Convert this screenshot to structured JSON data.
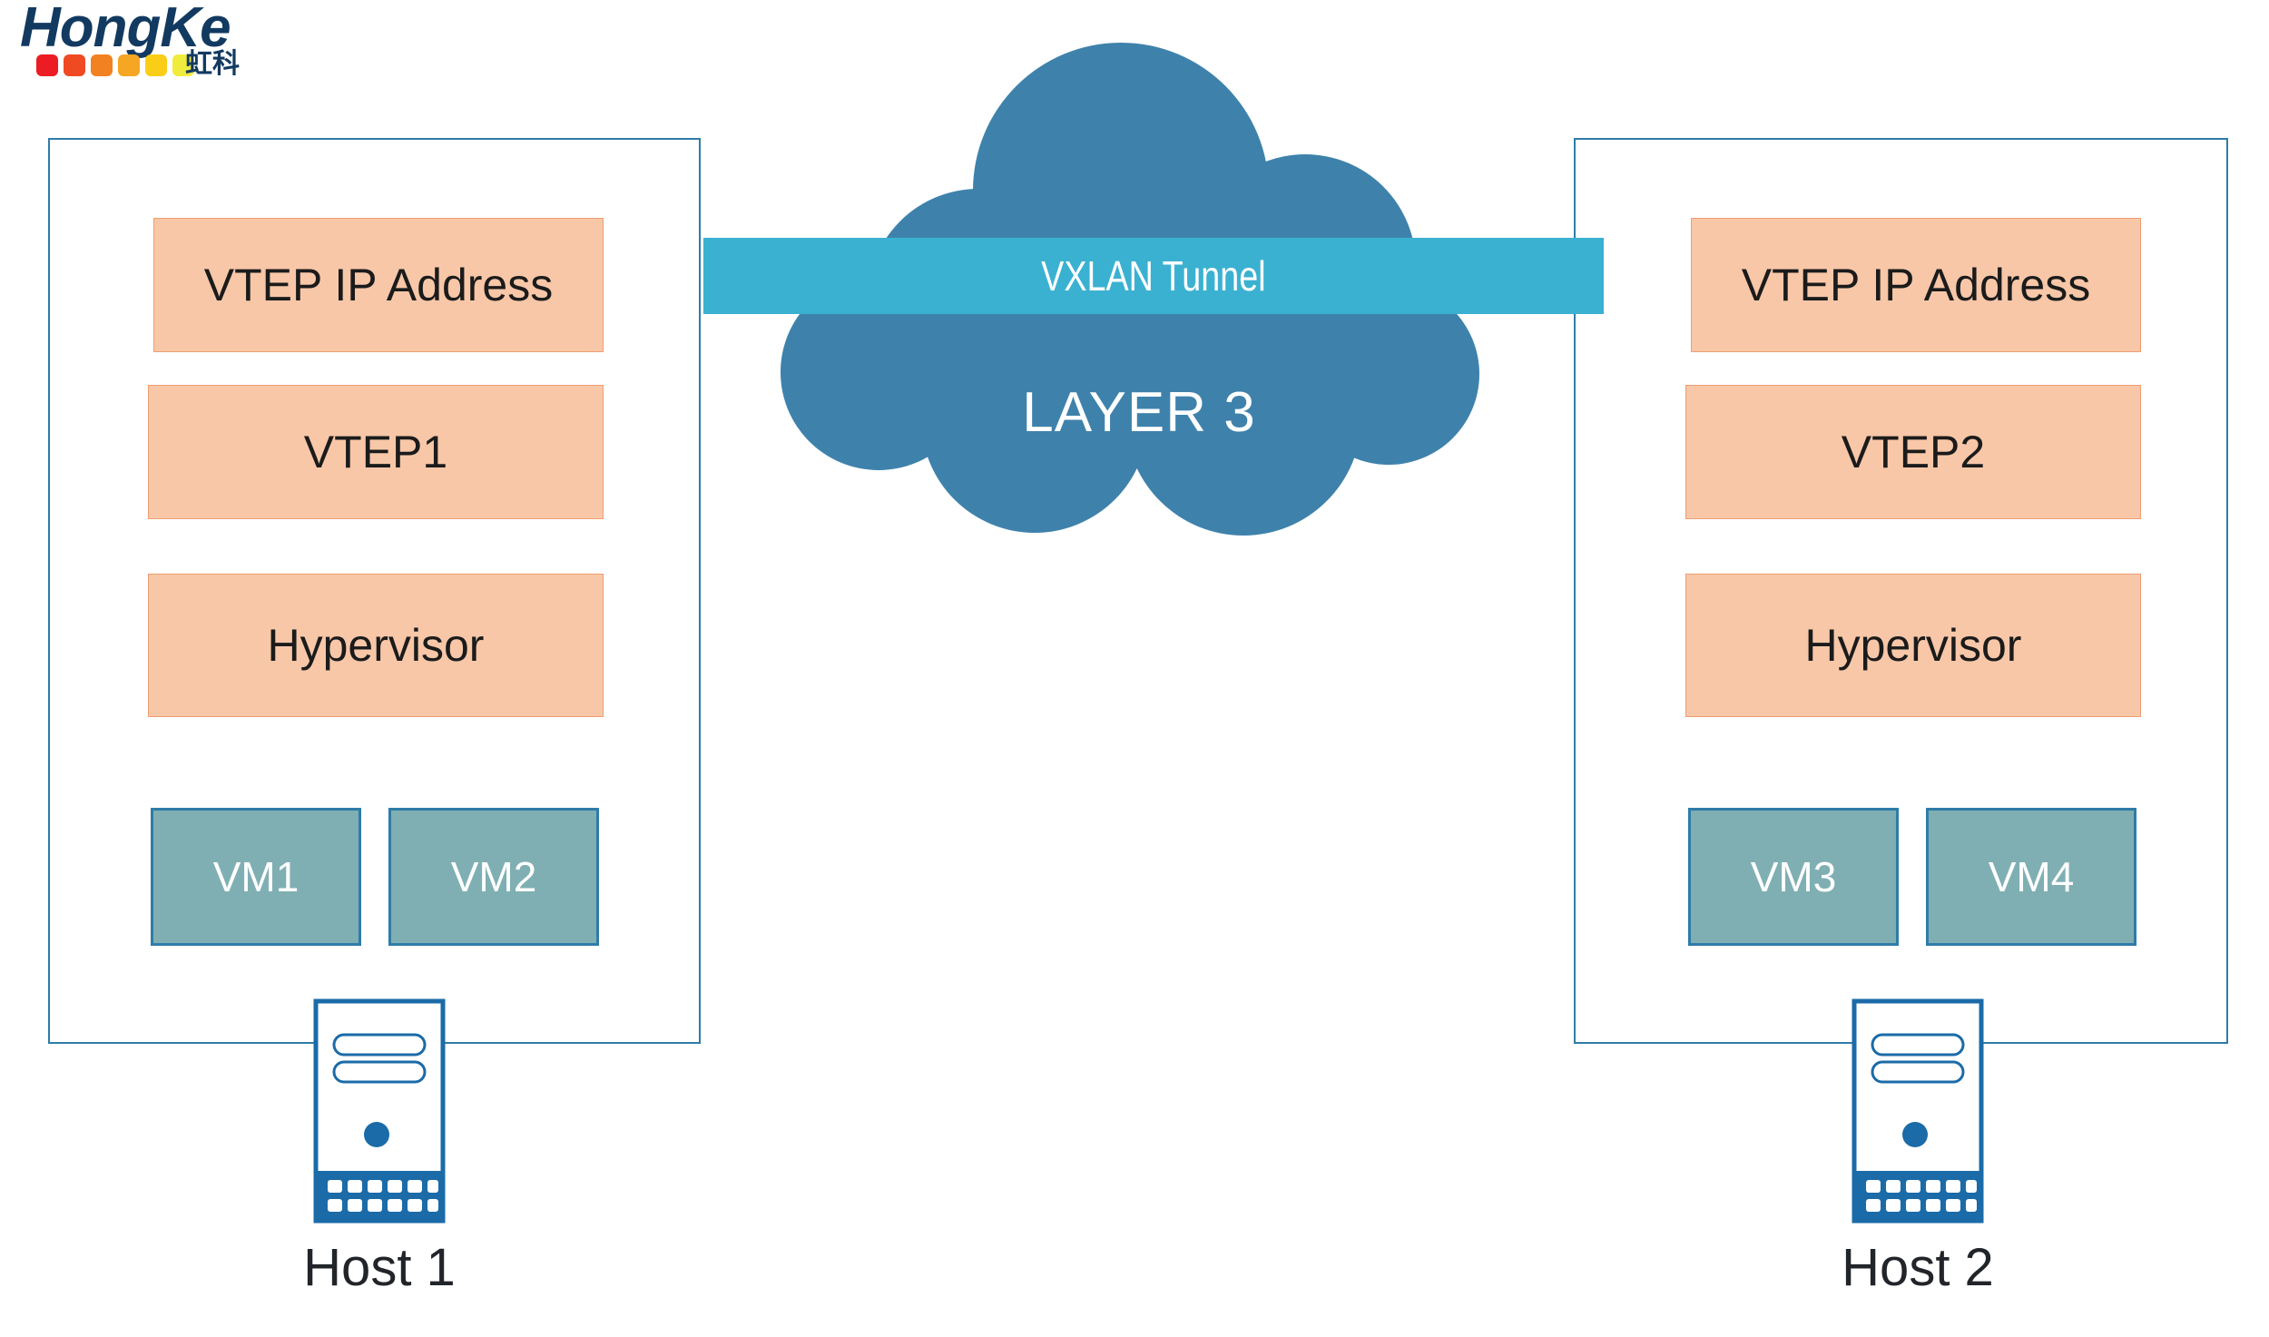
{
  "brand": {
    "wordmark": "HongKe",
    "cn_name": "虹科",
    "swatch_colors": [
      "#EC1C24",
      "#F04A23",
      "#F28121",
      "#F5A623",
      "#FACE16",
      "#F0EC3D"
    ]
  },
  "colors": {
    "host_border": "#2E7CA8",
    "block_fill": "#F8C7A8",
    "block_border": "#EE9E72",
    "vm_fill": "#7FAFB3",
    "vm_border": "#2E7CA8",
    "cloud_fill": "#3E82AC",
    "tunnel_fill": "#3BB1D1",
    "server_stroke": "#1B6BA8",
    "text_dark": "#1B1B1B",
    "text_light": "#FFFFFF"
  },
  "cloud": {
    "label": "LAYER 3"
  },
  "tunnel": {
    "label": "VXLAN Tunnel"
  },
  "hosts": [
    {
      "caption": "Host 1",
      "blocks": [
        {
          "label": "VTEP IP Address"
        },
        {
          "label": "VTEP1"
        },
        {
          "label": "Hypervisor"
        }
      ],
      "vms": [
        {
          "label": "VM1"
        },
        {
          "label": "VM2"
        }
      ]
    },
    {
      "caption": "Host 2",
      "blocks": [
        {
          "label": "VTEP IP Address"
        },
        {
          "label": "VTEP2"
        },
        {
          "label": "Hypervisor"
        }
      ],
      "vms": [
        {
          "label": "VM3"
        },
        {
          "label": "VM4"
        }
      ]
    }
  ]
}
